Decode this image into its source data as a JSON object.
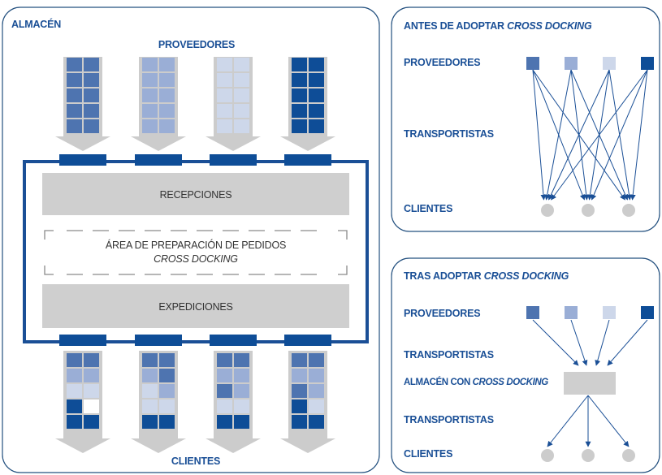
{
  "warehouse": {
    "title": "ALMACÉN",
    "suppliers_label": "PROVEEDORES",
    "customers_label": "CLIENTES",
    "receptions_label": "RECEPCIONES",
    "prep_area_label": "ÁREA DE PREPARACIÓN DE PEDIDOS",
    "prep_area_sublabel": "CROSS DOCKING",
    "dispatch_label": "EXPEDICIONES"
  },
  "before": {
    "title_prefix": "ANTES DE ADOPTAR ",
    "title_emphasis": "CROSS DOCKING",
    "suppliers_label": "PROVEEDORES",
    "carriers_label": "TRANSPORTISTAS",
    "customers_label": "CLIENTES"
  },
  "after": {
    "title_prefix": "TRAS ADOPTAR ",
    "title_emphasis": "CROSS DOCKING",
    "suppliers_label": "PROVEEDORES",
    "carriers_label_1": "TRANSPORTISTAS",
    "warehouse_label_prefix": "ALMACÉN CON ",
    "warehouse_label_emphasis": "CROSS DOCKING",
    "carriers_label_2": "TRANSPORTISTAS",
    "customers_label": "CLIENTES"
  },
  "colors": {
    "supplier_shades": [
      "#4e74b0",
      "#9aaed6",
      "#cdd7ea",
      "#0e4d97"
    ],
    "frame": "#1a4f96",
    "panel_border": "#23507f",
    "band": "#cfcfcf",
    "arrow": "#cccccc",
    "node": "#cccccc"
  }
}
